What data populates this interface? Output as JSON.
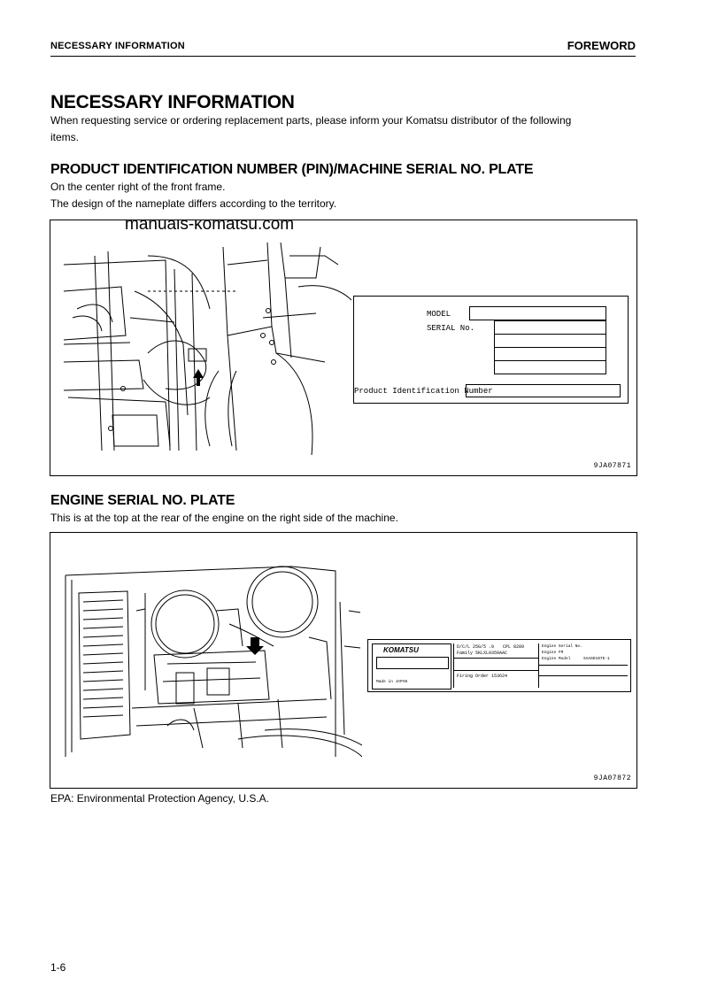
{
  "header": {
    "section": "NECESSARY INFORMATION",
    "chapter": "FOREWORD"
  },
  "title": "NECESSARY INFORMATION",
  "intro": {
    "line1": "When requesting service or ordering replacement parts, please inform your Komatsu distributor of the following",
    "line2": "items."
  },
  "pin_section": {
    "heading": "PRODUCT IDENTIFICATION NUMBER (PIN)/MACHINE SERIAL NO. PLATE",
    "line1": "On the center right of the front frame.",
    "line2": "The design of the nameplate differs according to the territory.",
    "watermark": "manuals-komatsu.com",
    "plate": {
      "model_label": "MODEL",
      "serial_label": "SERIAL No.",
      "pin_label": "Product Identification Number"
    },
    "figure_code": "9JA07871"
  },
  "engine_section": {
    "heading": "ENGINE SERIAL NO. PLATE",
    "line1": "This is at the top at the rear of the engine on the right side of the machine.",
    "plate": {
      "brand": "KOMATSU",
      "row1_a": "D/C/L 25G/5 .9",
      "row1_b": "CPL 8289",
      "row2": "Family 5KLXL0359AAC",
      "row5": "Firing Order 153624",
      "made_in": "Made in JAPAN",
      "right1": "Engine Serial No.",
      "right2": "Engine FM",
      "right3": "Engine Model",
      "right4": "SAA6D107E-1"
    },
    "figure_code": "9JA07872"
  },
  "epa_note": "EPA: Environmental Protection Agency, U.S.A.",
  "page_number": "1-6"
}
